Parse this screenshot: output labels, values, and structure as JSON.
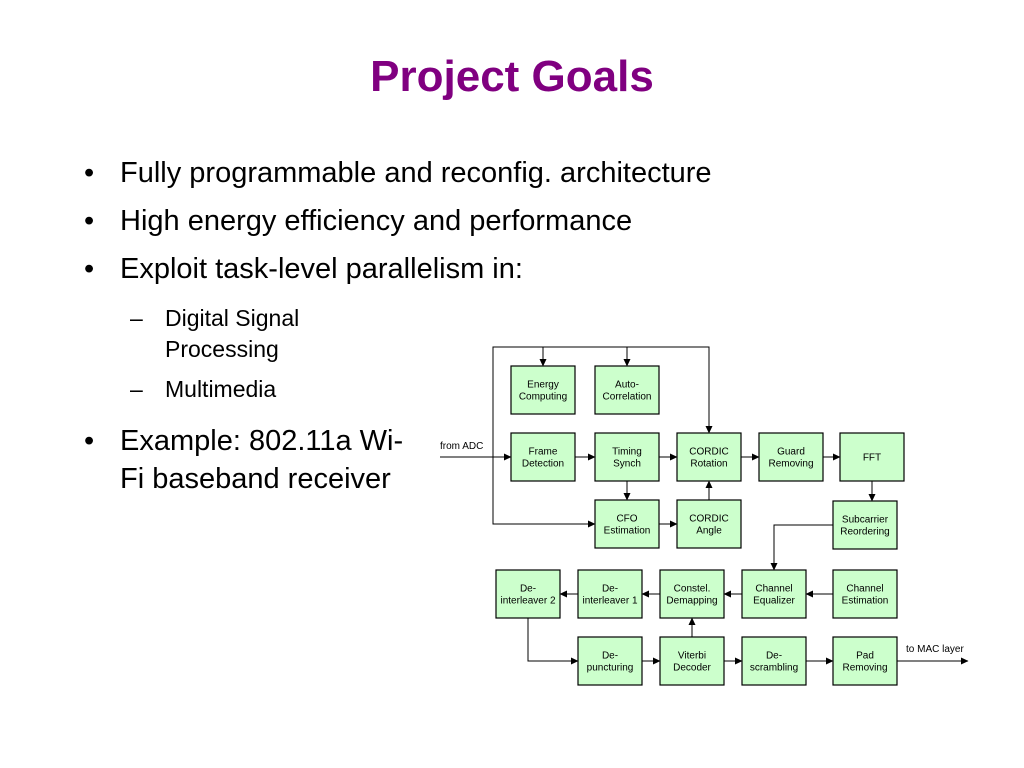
{
  "title": "Project Goals",
  "bullets": [
    "Fully programmable and reconfig. architecture",
    "High energy efficiency and performance",
    "Exploit task-level parallelism in:"
  ],
  "sub_bullets": [
    "Digital Signal Processing",
    "Multimedia"
  ],
  "example_bullet": "Example: 802.11a Wi-Fi baseband receiver",
  "bullet_marker": "•",
  "dash_marker": "–",
  "diagram": {
    "blocks": {
      "energy": [
        "Energy",
        "Computing"
      ],
      "autocorr": [
        "Auto-",
        "Correlation"
      ],
      "frame": [
        "Frame",
        "Detection"
      ],
      "timing": [
        "Timing",
        "Synch"
      ],
      "cordic_rot": [
        "CORDIC",
        "Rotation"
      ],
      "guard": [
        "Guard",
        "Removing"
      ],
      "fft": [
        "FFT"
      ],
      "cfo": [
        "CFO",
        "Estimation"
      ],
      "cordic_ang": [
        "CORDIC",
        "Angle"
      ],
      "subcarrier": [
        "Subcarrier",
        "Reordering"
      ],
      "deint2": [
        "De-",
        "interleaver 2"
      ],
      "deint1": [
        "De-",
        "interleaver 1"
      ],
      "constel": [
        "Constel.",
        "Demapping"
      ],
      "chan_eq": [
        "Channel",
        "Equalizer"
      ],
      "chan_est": [
        "Channel",
        "Estimation"
      ],
      "depunct": [
        "De-",
        "puncturing"
      ],
      "viterbi": [
        "Viterbi",
        "Decoder"
      ],
      "descramble": [
        "De-",
        "scrambling"
      ],
      "pad": [
        "Pad",
        "Removing"
      ]
    },
    "input_label": "from ADC",
    "output_label": "to MAC layer"
  },
  "colors": {
    "title": "#800080",
    "block_fill": "#ccffcc"
  }
}
